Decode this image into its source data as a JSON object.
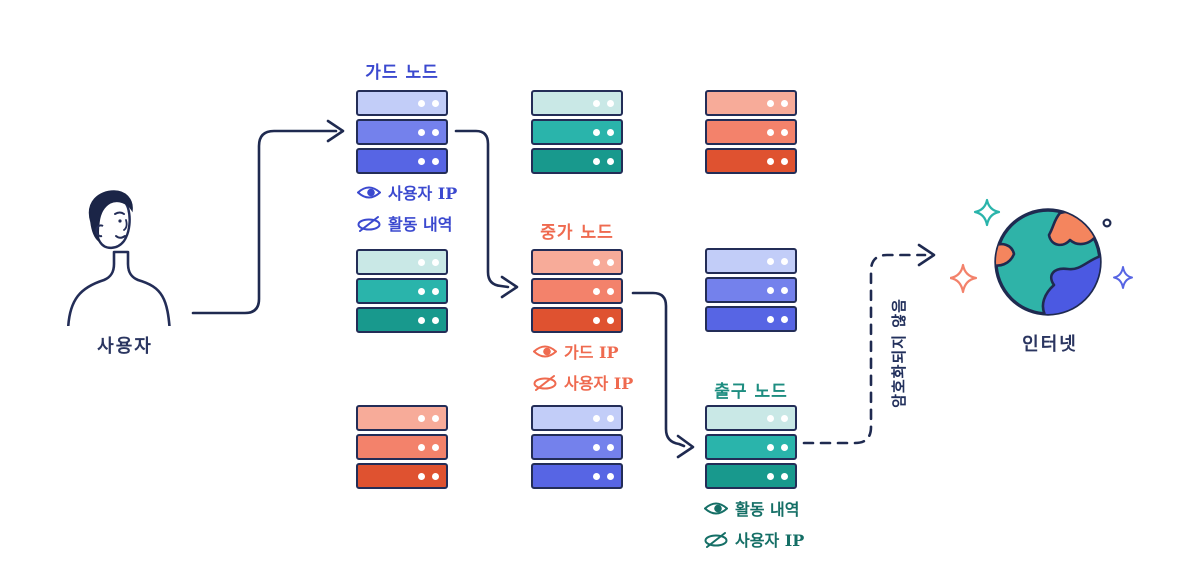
{
  "background_color": "#ffffff",
  "user_label": "사용자",
  "internet_label": "인터넷",
  "unencrypted_label": "암호화되지 않음",
  "nodes": {
    "guard": {
      "title": "가드 노드",
      "visible_label": "사용자 IP",
      "hidden_label": "활동 내역",
      "accent_color": "#3b49cf",
      "server_colors": [
        "#c2cdf8",
        "#7481ec",
        "#5765e4"
      ]
    },
    "middle": {
      "title": "중가 노드",
      "visible_label": "가드 IP",
      "hidden_label": "사용자 IP",
      "accent_color": "#ef6a4f",
      "server_colors": [
        "#f7ab99",
        "#f3826b",
        "#df5230"
      ]
    },
    "exit": {
      "title": "출구 노드",
      "visible_label": "활동 내역",
      "hidden_label": "사용자 IP",
      "title_color": "#1d8d80",
      "accent_color": "#156f66",
      "server_colors": [
        "#c9e8e6",
        "#2ab4ab",
        "#18998d"
      ]
    }
  },
  "icons": {
    "visible": "eye-icon",
    "hidden": "crossed-eye-icon"
  },
  "illustrations": {
    "user": "person-line-art",
    "internet": "globe-with-sparkles"
  },
  "colors": {
    "outline": "#232d57",
    "arrow": "#1f2a50",
    "globe_sea": "#2fb3a8",
    "globe_land_orange": "#f4855e",
    "globe_land_blue": "#4b59e2",
    "sparkle_teal": "#2ab4ab",
    "sparkle_orange": "#f3826b",
    "sparkle_blue": "#5765e4"
  }
}
